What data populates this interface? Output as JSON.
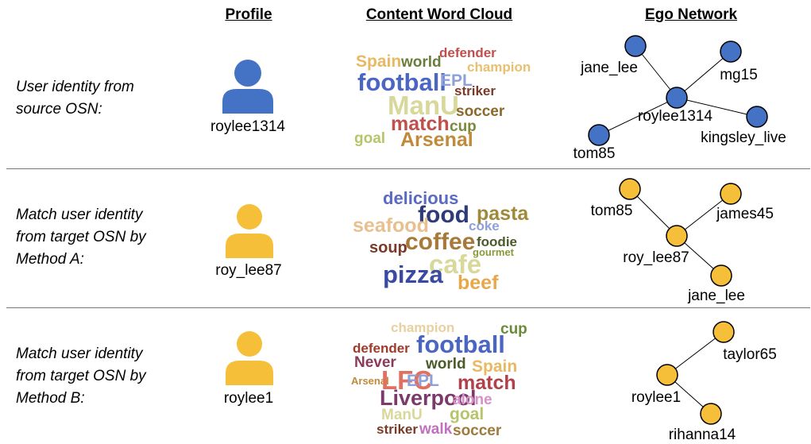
{
  "headers": {
    "profile": "Profile",
    "word_cloud": "Content Word Cloud",
    "ego_network": "Ego Network"
  },
  "colors": {
    "source": "#4472c4",
    "target": "#f5bf3a"
  },
  "rows": [
    {
      "label_lines": [
        "User identity from",
        "source OSN:"
      ],
      "username": "roylee1314",
      "avatar_icon": "person-icon",
      "words": [
        {
          "text": "defender",
          "color": "#c0504d"
        },
        {
          "text": "Spain",
          "color": "#e8b862"
        },
        {
          "text": "world",
          "color": "#6b7d3a"
        },
        {
          "text": "champion",
          "color": "#e8c070"
        },
        {
          "text": "football",
          "color": "#4a66c2"
        },
        {
          "text": "EPL",
          "color": "#8fa0d8"
        },
        {
          "text": "striker",
          "color": "#7a3a2a"
        },
        {
          "text": "ManU",
          "color": "#d8d89a"
        },
        {
          "text": "soccer",
          "color": "#8a6a2a"
        },
        {
          "text": "match",
          "color": "#c0504d"
        },
        {
          "text": "cup",
          "color": "#7a8a3a"
        },
        {
          "text": "goal",
          "color": "#b8c46a"
        },
        {
          "text": "Arsenal",
          "color": "#c08a3a"
        }
      ],
      "network": {
        "center": "roylee1314",
        "neighbors": [
          "jane_lee",
          "mg15",
          "kingsley_live",
          "tom85"
        ]
      }
    },
    {
      "label_lines": [
        "Match user identity",
        "from target OSN by",
        "Method A:"
      ],
      "username": "roy_lee87",
      "avatar_icon": "person-icon",
      "words": [
        {
          "text": "delicious",
          "color": "#5a6ac2"
        },
        {
          "text": "food",
          "color": "#2e3a7a"
        },
        {
          "text": "pasta",
          "color": "#a08a3a"
        },
        {
          "text": "seafood",
          "color": "#e8c090"
        },
        {
          "text": "coke",
          "color": "#8fa0d8"
        },
        {
          "text": "coffee",
          "color": "#a87a3a"
        },
        {
          "text": "foodie",
          "color": "#4a5a2a"
        },
        {
          "text": "soup",
          "color": "#7a3a2a"
        },
        {
          "text": "gourmet",
          "color": "#8a9a3a"
        },
        {
          "text": "cafe",
          "color": "#d8d89a"
        },
        {
          "text": "pizza",
          "color": "#3a4aa2"
        },
        {
          "text": "beef",
          "color": "#e8a84a"
        }
      ],
      "network": {
        "center": "roy_lee87",
        "neighbors": [
          "tom85",
          "james45",
          "jane_lee"
        ]
      }
    },
    {
      "label_lines": [
        "Match user identity",
        "from target OSN by",
        "Method B:"
      ],
      "username": "roylee1",
      "avatar_icon": "person-icon",
      "words": [
        {
          "text": "champion",
          "color": "#e8d0a0"
        },
        {
          "text": "cup",
          "color": "#6b8a3a"
        },
        {
          "text": "defender",
          "color": "#a03a2a"
        },
        {
          "text": "football",
          "color": "#4a66c2"
        },
        {
          "text": "Never",
          "color": "#8a3a5a"
        },
        {
          "text": "world",
          "color": "#4a5a2a"
        },
        {
          "text": "Spain",
          "color": "#e8b862"
        },
        {
          "text": "Arsenal",
          "color": "#c08a3a"
        },
        {
          "text": "LFC",
          "color": "#e07060"
        },
        {
          "text": "EPL",
          "color": "#8fa0d8"
        },
        {
          "text": "match",
          "color": "#b0404a"
        },
        {
          "text": "Liverpool",
          "color": "#7a3a6a"
        },
        {
          "text": "alone",
          "color": "#d890c8"
        },
        {
          "text": "ManU",
          "color": "#d8d89a"
        },
        {
          "text": "goal",
          "color": "#b8c46a"
        },
        {
          "text": "striker",
          "color": "#7a3a2a"
        },
        {
          "text": "walk",
          "color": "#c070c0"
        },
        {
          "text": "soccer",
          "color": "#a07a3a"
        }
      ],
      "network": {
        "center": "roylee1",
        "neighbors": [
          "taylor65",
          "rihanna14"
        ]
      }
    }
  ]
}
